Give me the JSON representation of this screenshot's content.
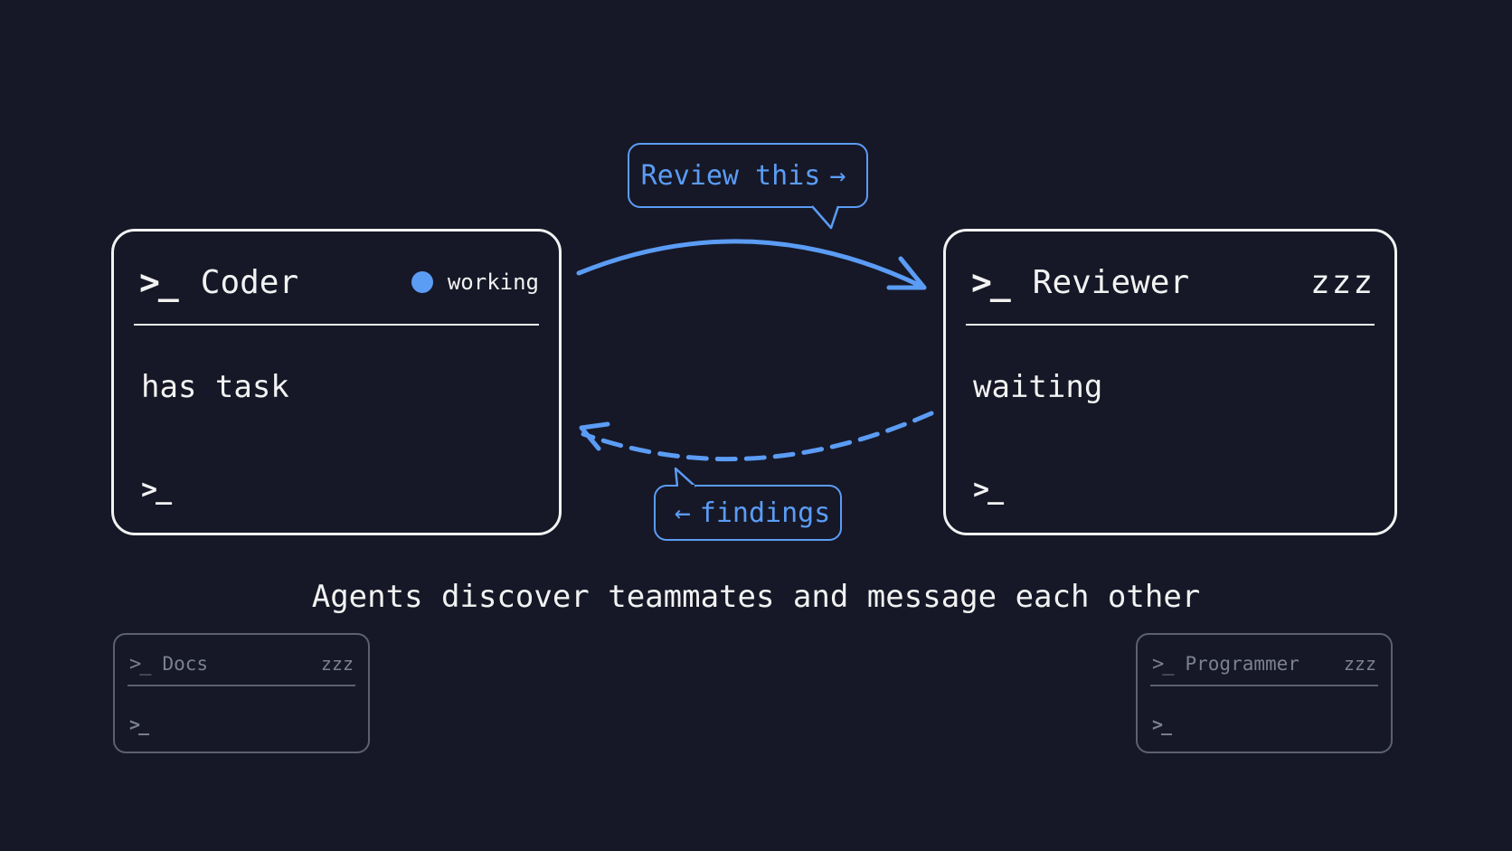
{
  "agents": {
    "coder": {
      "title": "Coder",
      "status": "working",
      "body": "has task",
      "header_prompt": ">_",
      "input_prompt": ">_"
    },
    "reviewer": {
      "title": "Reviewer",
      "status": "zzz",
      "body": "waiting",
      "header_prompt": ">_",
      "input_prompt": ">_"
    },
    "docs": {
      "title": "Docs",
      "status": "zzz",
      "header_prompt": ">_",
      "input_prompt": ">_"
    },
    "programmer": {
      "title": "Programmer",
      "status": "zzz",
      "header_prompt": ">_",
      "input_prompt": ">_"
    }
  },
  "messages": {
    "request": {
      "label": "Review this",
      "arrow": "→"
    },
    "response": {
      "label": "findings",
      "arrow": "←"
    }
  },
  "caption": "Agents discover teammates and message each other",
  "colors": {
    "background": "#161827",
    "foreground": "#f2f2f2",
    "accent": "#5b9cf5",
    "faint": "#5d6070"
  },
  "icons": {
    "terminal_prompt": "terminal-prompt-icon",
    "status_working": "status-dot-icon",
    "arrow_request": "arrow-right-icon",
    "arrow_response": "arrow-left-icon"
  }
}
